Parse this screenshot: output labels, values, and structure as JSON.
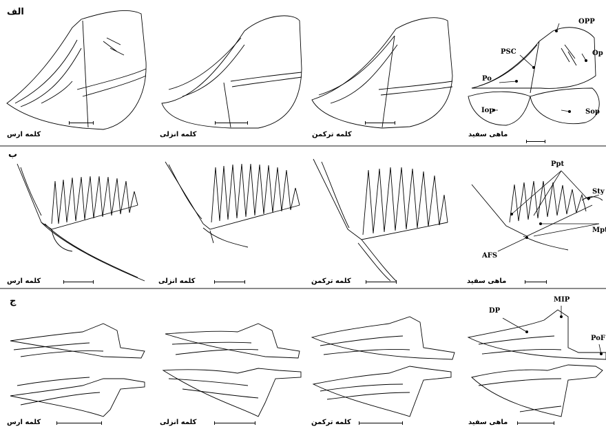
{
  "panels": [
    {
      "label": "الف",
      "captions": [
        "کلمه ارس",
        "کلمه انزلی",
        "کلمه ترکمن",
        "ماهی سفید"
      ]
    },
    {
      "label": "ب",
      "captions": [
        "کلمه ارس",
        "کلمه انزلی",
        "کلمه ترکمن",
        "ماهی سفید"
      ]
    },
    {
      "label": "ج",
      "captions": [
        "کلمه ارس",
        "کلمه انزلی",
        "کلمه ترکمن",
        "ماهی سفید"
      ]
    }
  ],
  "annotations": {
    "row1": [
      "OPP",
      "PSC",
      "Op",
      "Po",
      "Iop",
      "Sop"
    ],
    "row2": [
      "Ppt",
      "Sty",
      "Mpt",
      "AFS"
    ],
    "row3": [
      "DP",
      "MIP",
      "PoF"
    ]
  }
}
